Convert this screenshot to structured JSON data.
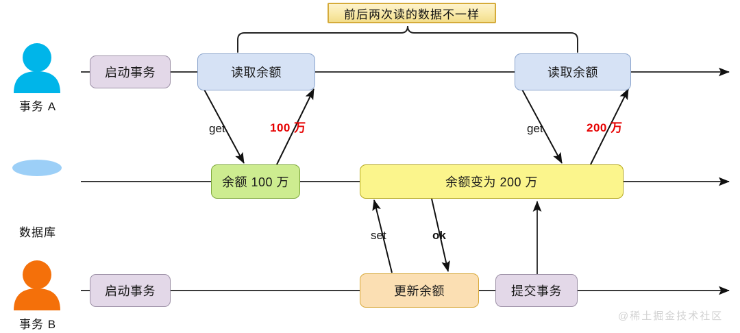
{
  "diagram": {
    "title_banner": "前后两次读的数据不一样",
    "watermark": "@稀土掘金技术社区",
    "lanes": [
      {
        "id": "transaction-a",
        "label": "事务 A",
        "icon": "person-icon",
        "icon_color": "#00b5e9"
      },
      {
        "id": "database",
        "label": "数据库",
        "icon": "database-icon",
        "icon_color": "#2f6fd0"
      },
      {
        "id": "transaction-b",
        "label": "事务 B",
        "icon": "person-icon",
        "icon_color": "#f4700a"
      }
    ],
    "nodes": {
      "a_start": "启动事务",
      "a_read1": "读取余额",
      "a_read2": "读取余额",
      "db_balance_100": "余额 100 万",
      "db_balance_200": "余额变为 200 万",
      "b_start": "启动事务",
      "b_update": "更新余额",
      "b_commit": "提交事务"
    },
    "edge_labels": {
      "get1": "get",
      "value1": "100 万",
      "get2": "get",
      "value2": "200 万",
      "set": "set",
      "ok": "ok"
    },
    "colors": {
      "start_box": "#e3d8e8",
      "read_box": "#d6e2f5",
      "balance_box": "#cdec90",
      "changed_box": "#fbf58c",
      "update_box": "#fbdfb3",
      "banner": "#f7e8a6",
      "highlight_text": "#e60000",
      "timeline": "#3a3a3a"
    }
  }
}
